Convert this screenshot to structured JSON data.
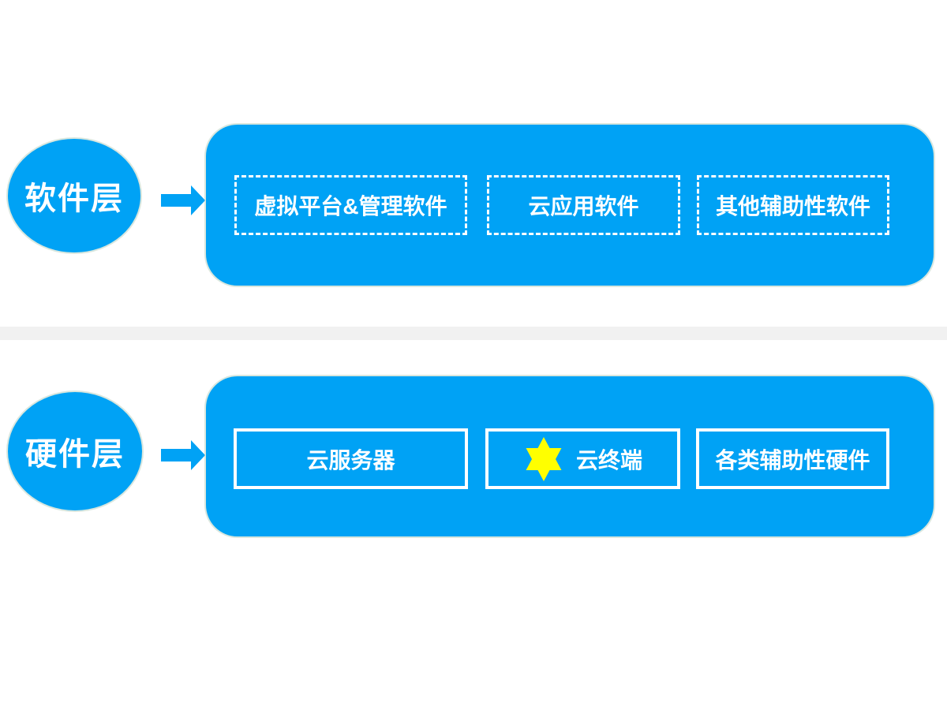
{
  "colors": {
    "primary_blue": "#00a2f5",
    "star_yellow": "#ffff00",
    "divider_gray": "#f1f1f1",
    "text_white": "#ffffff"
  },
  "software_layer": {
    "label": "软件层",
    "arrow_icon": "right-arrow-icon",
    "items": [
      {
        "label": "虚拟平台&管理软件",
        "border_style": "dashed"
      },
      {
        "label": "云应用软件",
        "border_style": "dashed"
      },
      {
        "label": "其他辅助性软件",
        "border_style": "dashed"
      }
    ]
  },
  "hardware_layer": {
    "label": "硬件层",
    "arrow_icon": "right-arrow-icon",
    "items": [
      {
        "label": "云服务器",
        "border_style": "solid"
      },
      {
        "label": "云终端",
        "border_style": "solid",
        "icon": "six-pointed-star-icon"
      },
      {
        "label": "各类辅助性硬件",
        "border_style": "solid"
      }
    ]
  }
}
